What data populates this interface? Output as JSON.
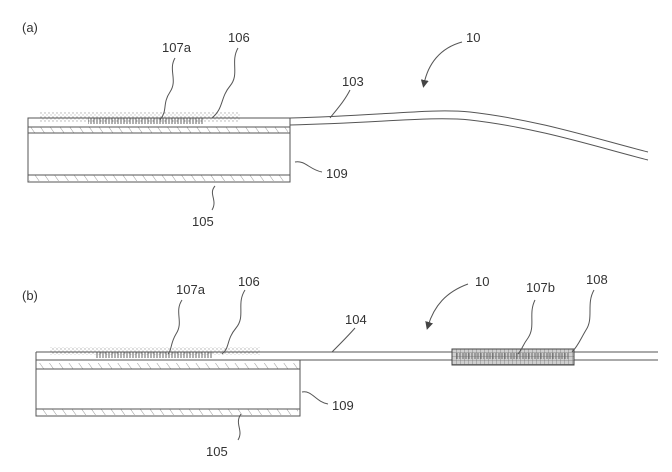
{
  "panels": [
    {
      "panel_label": "(a)",
      "labels": {
        "device": "10",
        "layer_a": "107a",
        "coating": "106",
        "film": "103",
        "body": "109",
        "base": "105"
      }
    },
    {
      "panel_label": "(b)",
      "labels": {
        "device": "10",
        "layer_a": "107a",
        "coating": "106",
        "film": "104",
        "layer_b": "107b",
        "cover": "108",
        "body": "109",
        "base": "105"
      }
    }
  ]
}
